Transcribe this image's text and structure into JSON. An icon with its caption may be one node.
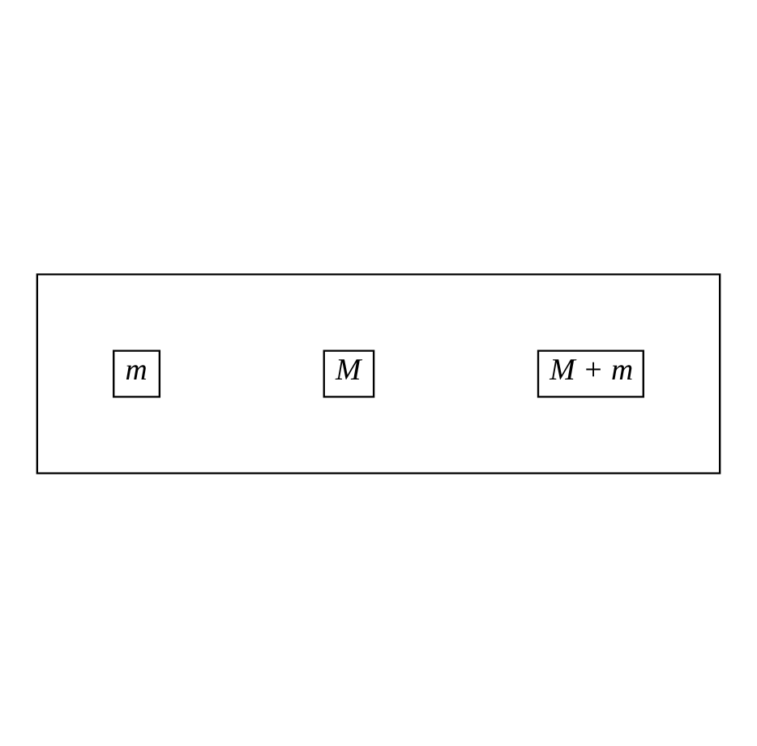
{
  "diagram": {
    "nodes": [
      {
        "text": [],
        "shape": "box"
      },
      {
        "text": [
          "m"
        ],
        "in": 0
      },
      {
        "text": [
          "M"
        ],
        "in": 0
      },
      {
        "text": [
          "M + m"
        ],
        "in": 0
      }
    ]
  }
}
